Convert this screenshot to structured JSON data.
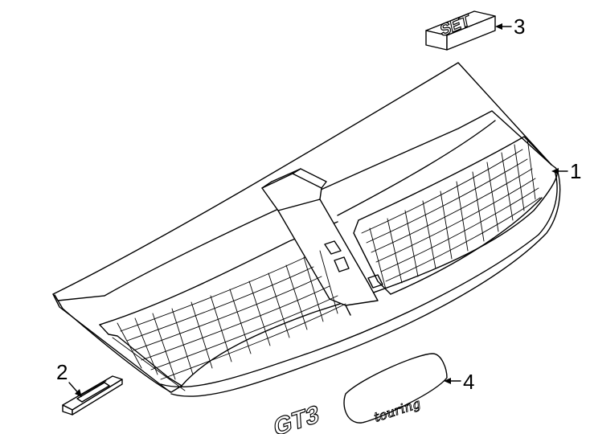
{
  "callouts": [
    {
      "number": "1",
      "part": "grille"
    },
    {
      "number": "2",
      "part": "clip"
    },
    {
      "number": "3",
      "part": "set-box"
    },
    {
      "number": "4",
      "part": "emblem"
    }
  ],
  "set_box": {
    "text": "SET"
  },
  "emblem": {
    "text_main": "GT3",
    "text_script": "touring"
  }
}
